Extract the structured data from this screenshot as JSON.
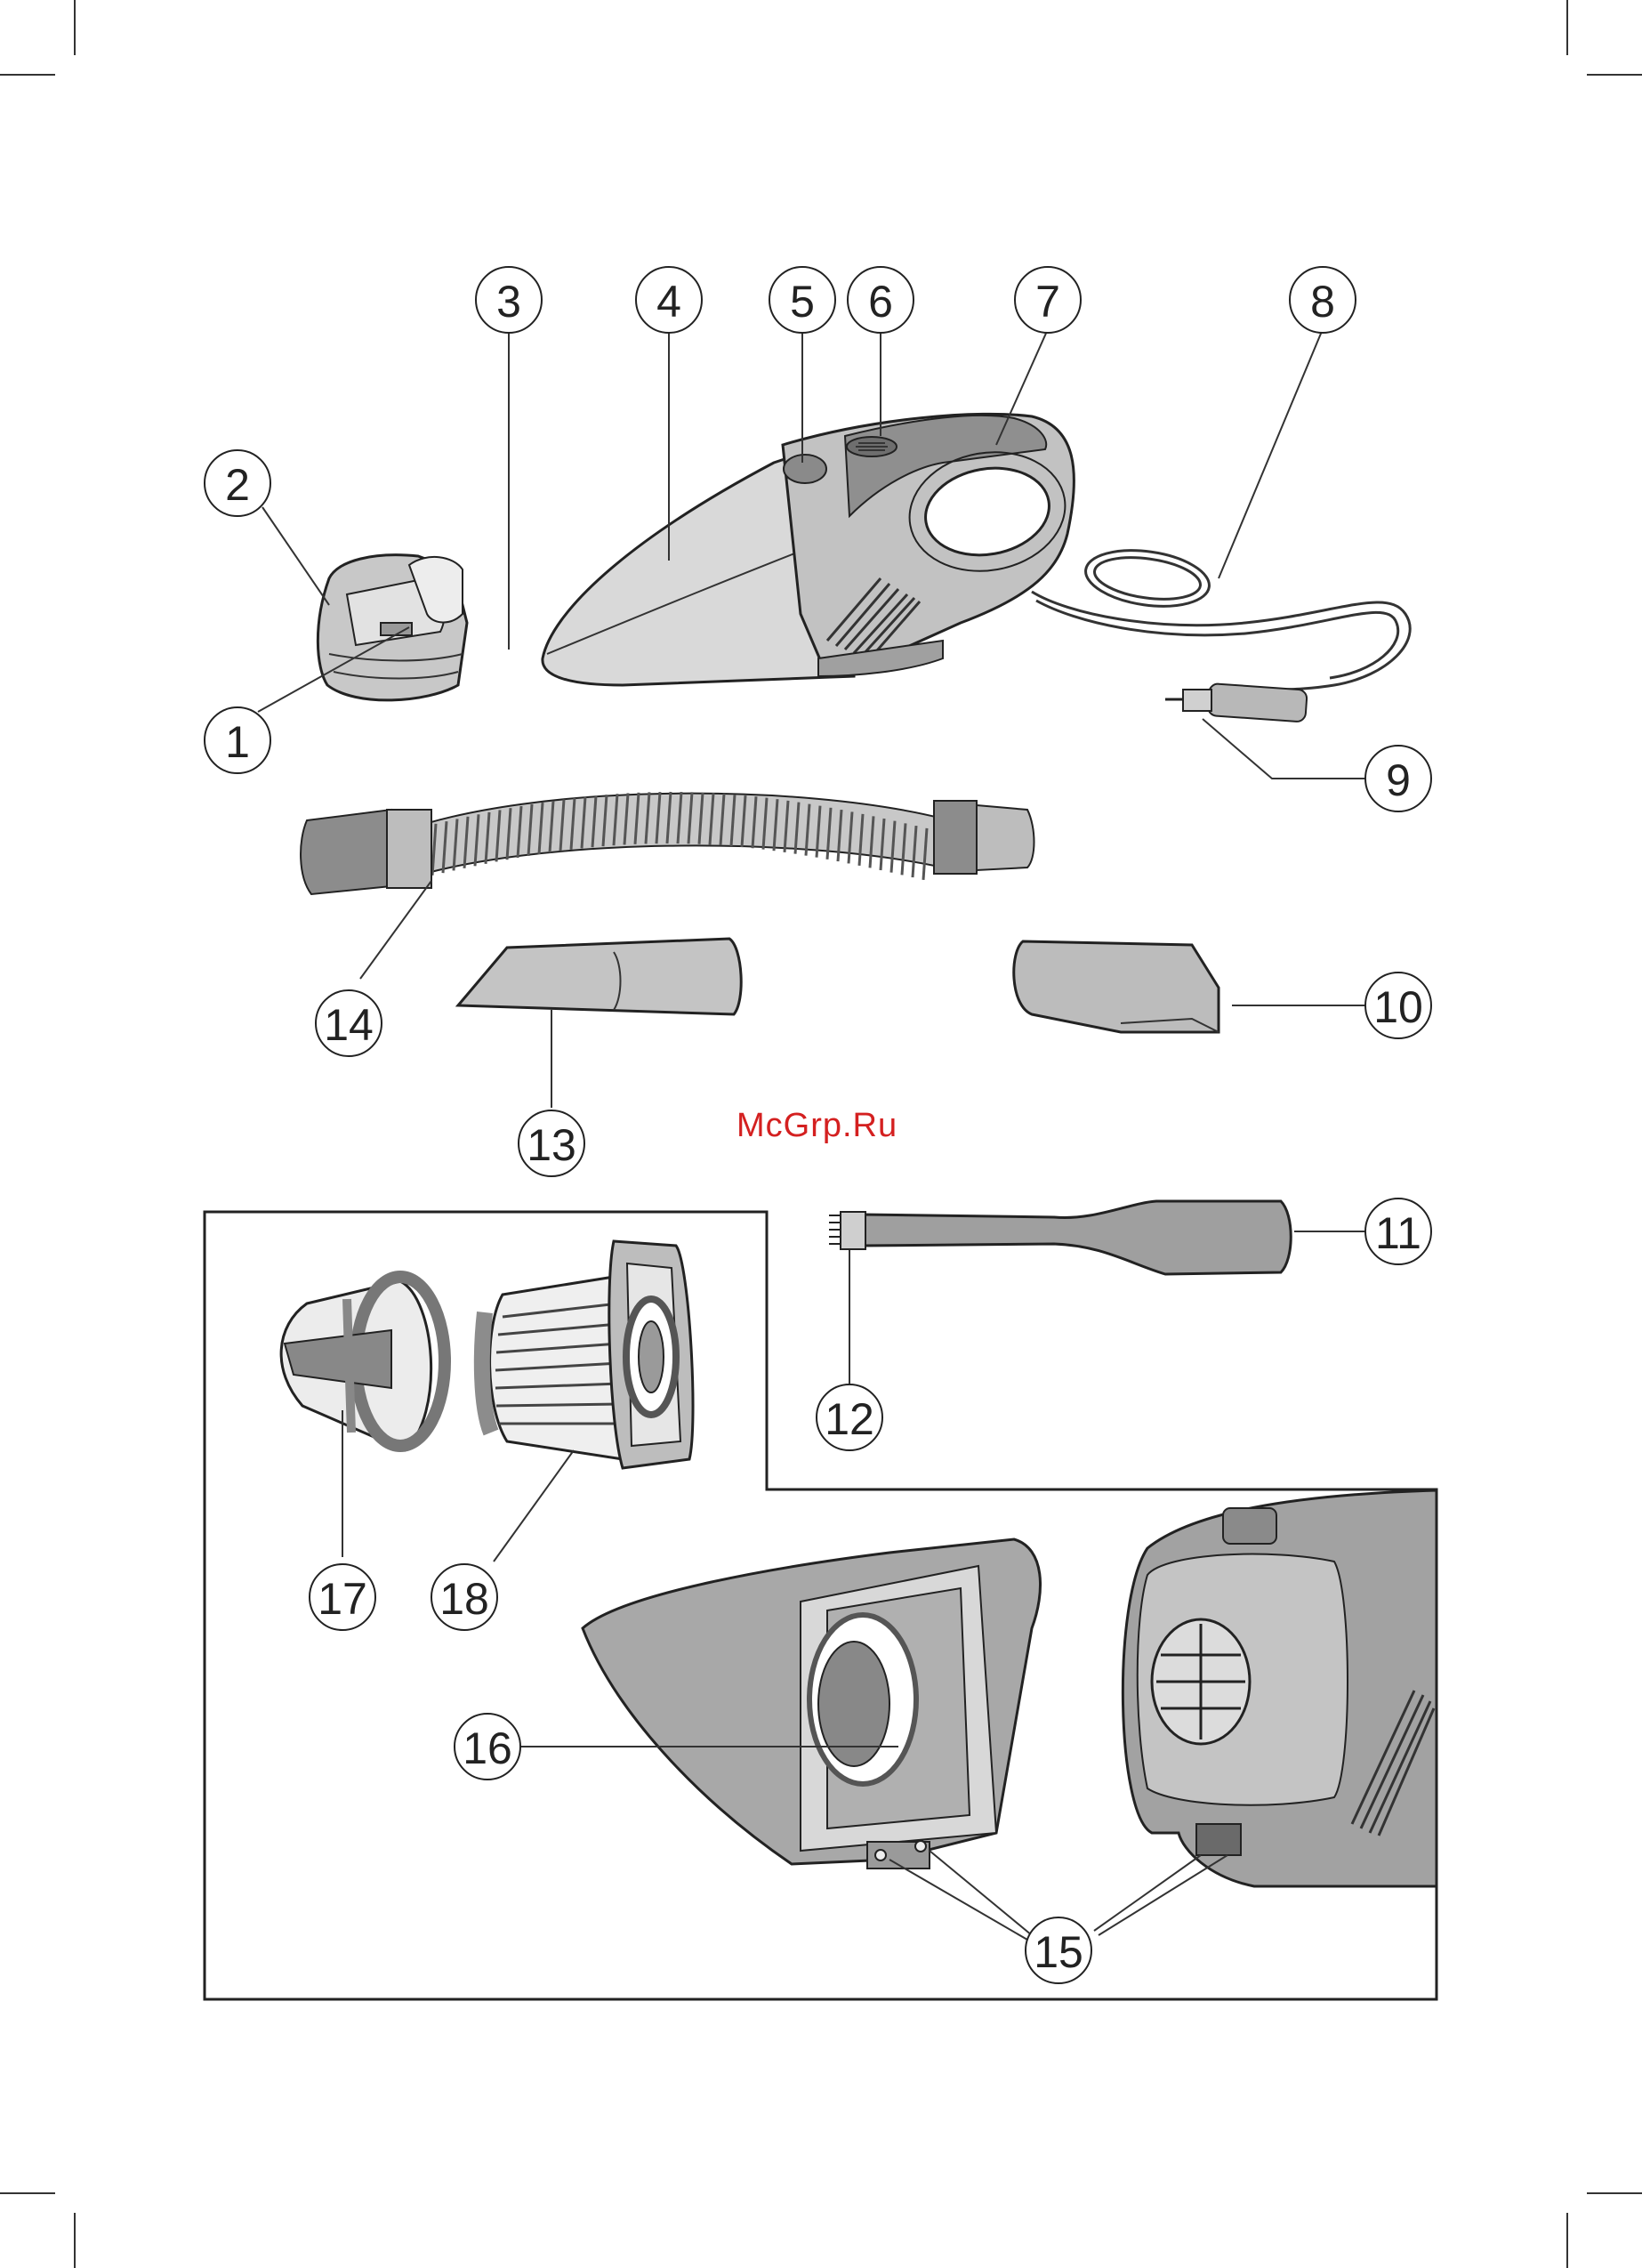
{
  "watermark": "McGrp.Ru",
  "callouts": {
    "c1": "1",
    "c2": "2",
    "c3": "3",
    "c4": "4",
    "c5": "5",
    "c6": "6",
    "c7": "7",
    "c8": "8",
    "c9": "9",
    "c10": "10",
    "c11": "11",
    "c12": "12",
    "c13": "13",
    "c14": "14",
    "c15": "15",
    "c16": "16",
    "c17": "17",
    "c18": "18"
  },
  "colors": {
    "body_light": "#d4d4d4",
    "body_mid": "#b3b3b3",
    "body_dark": "#8f8f8f",
    "outline": "#222222",
    "watermark": "#d42020"
  }
}
